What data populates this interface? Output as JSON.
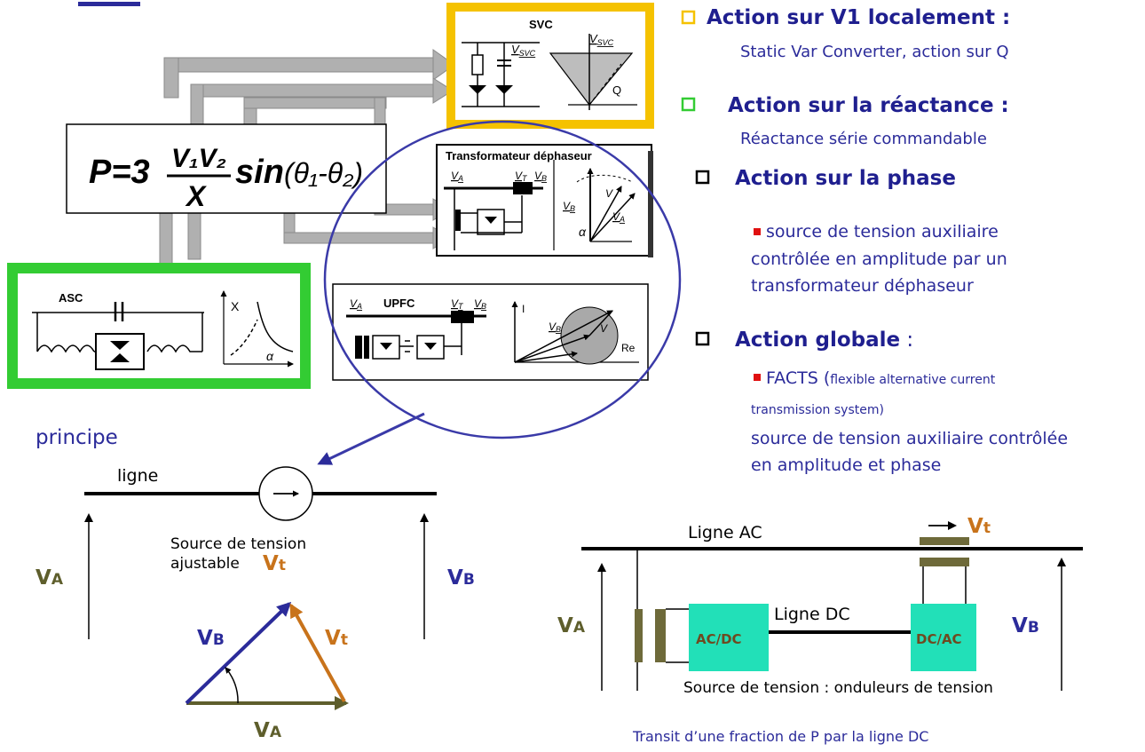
{
  "equation": {
    "lhs": "P=3",
    "numerator": "V₁V₂",
    "denominator": "X",
    "function": "sin",
    "argument": "(θ₁-θ₂)"
  },
  "svc": {
    "title": "SVC",
    "vsvc_label": "V",
    "vsvc_sub": "SVC",
    "vsvc_curve_label": "V",
    "vsvc_curve_sub": "SVC",
    "q_label": "Q",
    "border_color": "#f5c200"
  },
  "transfo": {
    "title": "Transformateur déphaseur",
    "va": "V",
    "va_sub": "A",
    "vt": "V",
    "vt_sub": "T",
    "vb": "V",
    "vb_sub": "B",
    "phasor_vb": "V",
    "phasor_vb_sub": "B",
    "phasor_va": "V",
    "phasor_va_sub": "A",
    "phasor_v": "V",
    "alpha": "α"
  },
  "asc": {
    "title": "ASC",
    "x_label": "X",
    "alpha_label": "α",
    "border_color": "#33cc33"
  },
  "upfc": {
    "va": "V",
    "va_sub": "A",
    "title": "UPFC",
    "vt": "V",
    "vt_sub": "T",
    "vb": "V",
    "vb_sub": "B",
    "i_label": "I",
    "vb_phasor": "V",
    "vb_phasor_sub": "B",
    "v_label": "V",
    "re_label": "Re"
  },
  "principe": {
    "title": "principe",
    "ligne": "ligne",
    "source_line1": "Source de tension",
    "source_line2": "ajustable",
    "va": "V",
    "va_sub": "A",
    "vb": "V",
    "vb_sub": "B",
    "vt": "V",
    "vt_sub": "t",
    "tri_vb": "V",
    "tri_vb_sub": "B",
    "tri_vt": "V",
    "tri_vt_sub": "t",
    "tri_va": "V",
    "tri_va_sub": "A"
  },
  "right": {
    "item1_header": "Action sur V1 localement :",
    "item1_sub": "Static Var Converter, action sur Q",
    "item2_header": "Action sur la réactance :",
    "item2_sub": "Réactance série commandable",
    "item3_header": "Action sur la phase",
    "item3_b1": "source de tension auxiliaire",
    "item3_b2": "contrôlée en amplitude par un",
    "item3_b3": "transformateur déphaseur",
    "item4_header": "Action globale",
    "item4_colon": " :",
    "item4_facts": "FACTS (",
    "item4_facts_small": "flexible alternative current",
    "item4_facts_small2": "transmission system)",
    "item4_line1": "source de tension auxiliaire contrôlée",
    "item4_line2": "en amplitude et phase",
    "bullet1_color": "#f5c200",
    "bullet2_color": "#33cc33",
    "bullet3_color": "#000000",
    "bullet4_color": "#000000"
  },
  "hvdc": {
    "ligne_ac": "Ligne AC",
    "vt": "V",
    "vt_sub": "t",
    "ligne_dc": "Ligne DC",
    "acdc": "AC/DC",
    "dcac": "DC/AC",
    "va": "V",
    "va_sub": "A",
    "vb": "V",
    "vb_sub": "B",
    "source": "Source de tension : onduleurs de tension",
    "transit": "Transit d’une fraction de P par la ligne DC",
    "converter_color": "#22e0b8"
  },
  "colors": {
    "olive": "#5e5e2c",
    "navy": "#2b2b9a",
    "orange": "#c8731b",
    "gray_arrow": "#a8a8a8"
  }
}
